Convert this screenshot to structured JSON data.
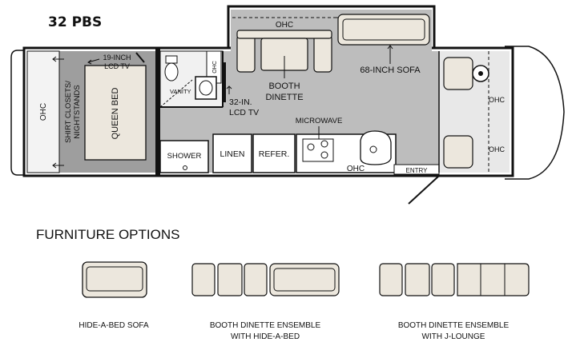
{
  "model": "32 PBS",
  "labels": {
    "ohc": "OHC",
    "lcd19_line1": "19-INCH",
    "lcd19_line2": "LCD TV",
    "queen_bed": "QUEEN BED",
    "closets_line1": "SHIRT CLOSETS/",
    "closets_line2": "NIGHTSTANDS",
    "vanity": "VANITY",
    "lcd32_line1": "32-IN.",
    "lcd32_line2": "LCD TV",
    "booth_line1": "BOOTH",
    "booth_line2": "DINETTE",
    "sofa68": "68-INCH SOFA",
    "microwave": "MICROWAVE",
    "shower": "SHOWER",
    "linen": "LINEN",
    "refer": "REFER.",
    "entry": "ENTRY"
  },
  "furniture": {
    "title": "FURNITURE OPTIONS",
    "options": [
      {
        "line1": "HIDE-A-BED SOFA",
        "line2": ""
      },
      {
        "line1": "BOOTH DINETTE ENSEMBLE",
        "line2": "WITH HIDE-A-BED"
      },
      {
        "line1": "BOOTH DINETTE ENSEMBLE",
        "line2": "WITH J-LOUNGE"
      }
    ]
  },
  "colors": {
    "floor": "#bdbdbd",
    "bedroom_floor": "#9e9e9e",
    "furniture_fill": "#ece7dd",
    "wall": "#111111"
  }
}
